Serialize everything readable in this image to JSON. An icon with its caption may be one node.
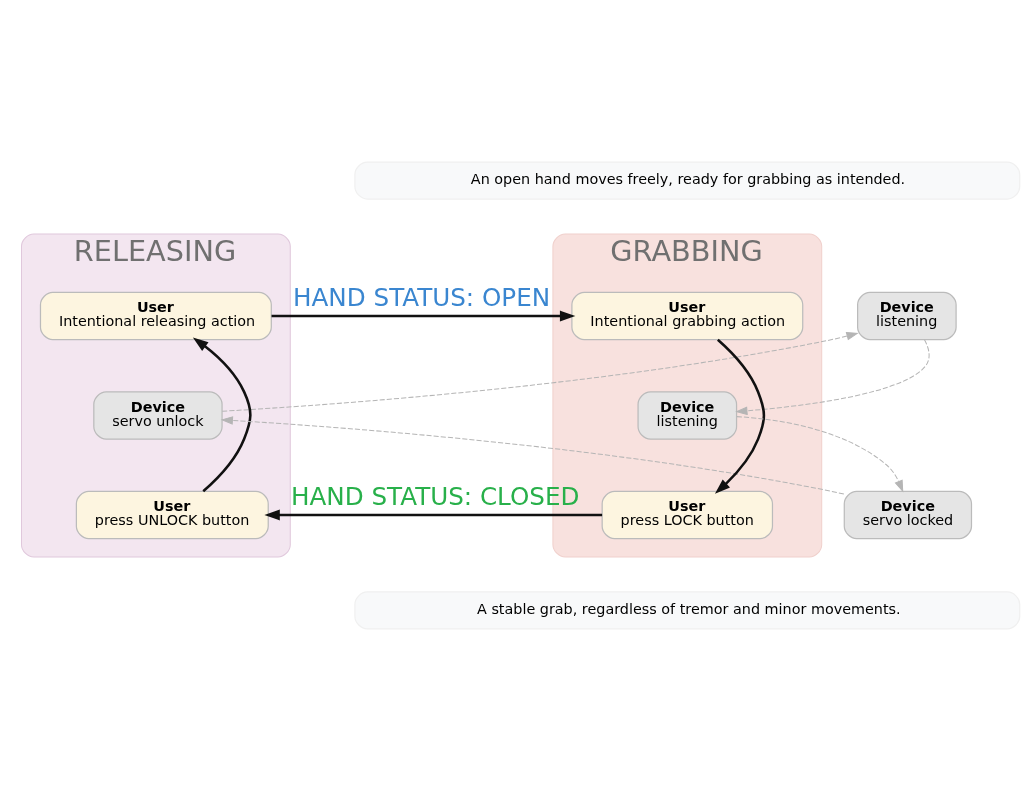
{
  "diagram": {
    "nodes": [
      {
        "text": [
          "An open hand moves freely, ready for grabbing as intended."
        ]
      },
      {
        "text": [
          "RELEASING"
        ]
      },
      {
        "text": [
          "User",
          "Intentional releasing action"
        ],
        "in": 1
      },
      {
        "text": [
          "Device",
          "servo unlock"
        ],
        "in": 1
      },
      {
        "text": [
          "User",
          "press UNLOCK button"
        ],
        "in": 1
      },
      {
        "text": [
          "Device",
          "listening"
        ]
      },
      {
        "text": [
          "Device",
          "servo locked"
        ]
      },
      {
        "text": [
          "GRABBING"
        ]
      },
      {
        "text": [
          "User",
          "Intentional grabbing action"
        ],
        "in": 7
      },
      {
        "text": [
          "Device",
          "listening"
        ],
        "in": 7
      },
      {
        "text": [
          "User",
          "press LOCK button"
        ],
        "in": 7
      },
      {
        "text": [
          "A stable grab, regardless of tremor and minor movements."
        ]
      }
    ],
    "edges": [
      {
        "from": 2,
        "to": 8,
        "arrow": "to",
        "label": "HAND STATUS: OPEN"
      },
      {
        "from": 8,
        "to": 10,
        "arrow": "to"
      },
      {
        "from": 10,
        "to": 4,
        "arrow": "to",
        "label": "HAND STATUS: CLOSED"
      },
      {
        "from": 4,
        "to": 2,
        "arrow": "to"
      },
      {
        "from": 3,
        "to": 5,
        "arrow": "to",
        "style": "dashed",
        "color": "#b5b5b5"
      },
      {
        "from": 5,
        "to": 9,
        "arrow": "to",
        "style": "dashed",
        "color": "#b5b5b5"
      },
      {
        "from": 9,
        "to": 6,
        "arrow": "to",
        "style": "dashed",
        "color": "#b5b5b5"
      },
      {
        "from": 6,
        "to": 3,
        "arrow": "to",
        "style": "dashed",
        "color": "#b5b5b5"
      }
    ]
  }
}
